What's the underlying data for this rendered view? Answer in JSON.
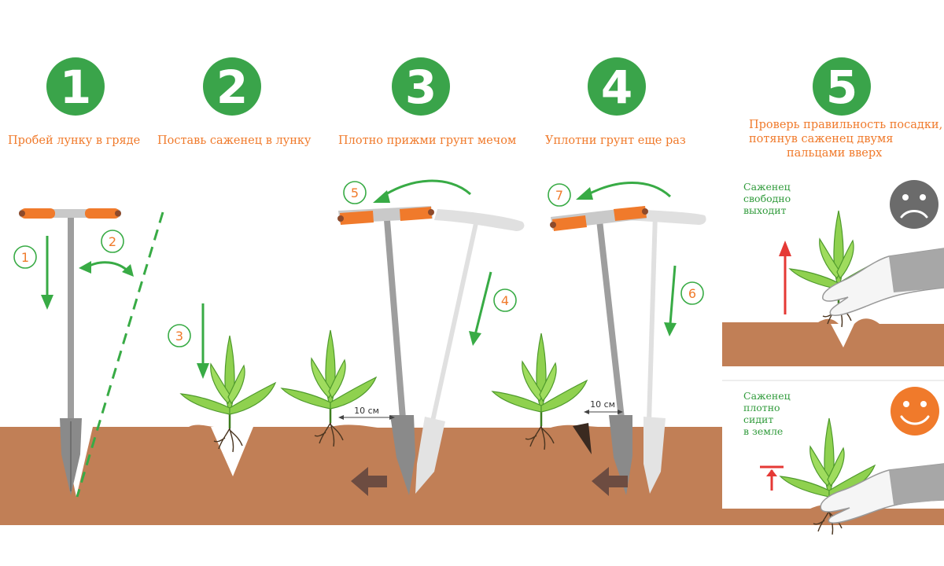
{
  "steps": [
    {
      "number": "1",
      "caption": "Пробей лунку в гряде"
    },
    {
      "number": "2",
      "caption": "Поставь саженец в лунку"
    },
    {
      "number": "3",
      "caption": "Плотно прижми грунт мечом"
    },
    {
      "number": "4",
      "caption": "Уплотни грунт еще раз"
    },
    {
      "number": "5",
      "caption_line1": "Проверь правильность посадки,",
      "caption_line2": "потянув саженец двумя",
      "caption_line3": "пальцами вверх"
    }
  ],
  "motion_labels": [
    "1",
    "2",
    "3",
    "4",
    "5",
    "6",
    "7"
  ],
  "distance_label": "10 см",
  "check_results": {
    "bad": {
      "text": "Саженец\nсвободно\nвыходит",
      "face_icon": "sad-face-icon",
      "face_color": "#6b6b6b"
    },
    "good": {
      "text": "Саженец\nплотно\nсидит\nв земле",
      "face_icon": "smile-face-icon",
      "face_color": "#f07a2b"
    }
  },
  "colors": {
    "badge_green": "#3aa44a",
    "caption_orange": "#f07a2b",
    "soil": "#c17f56",
    "arrow_green": "#38ab45",
    "arrow_red": "#e53935",
    "push_arrow": "#6d4c41",
    "tool_gray": "#9e9e9e",
    "handle_orange": "#f07a2b"
  }
}
